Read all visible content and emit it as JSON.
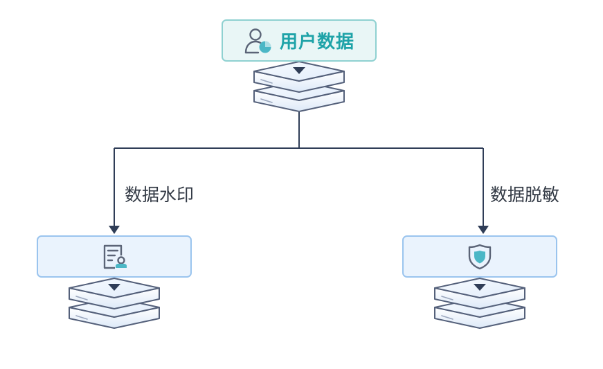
{
  "source": {
    "title": "用户数据",
    "icon": "user-chart-icon"
  },
  "branches": [
    {
      "label": "数据水印",
      "icon": "document-stamp-icon"
    },
    {
      "label": "数据脱敏",
      "icon": "shield-icon"
    }
  ],
  "colors": {
    "source_fill": "#e9f6f6",
    "source_border": "#8fd1d1",
    "source_text": "#1ea3a8",
    "branch_fill": "#eaf3fd",
    "branch_border": "#9ac4ee",
    "connector": "#2f3d57",
    "icon": "#5b6477",
    "accent": "#4bb7c6"
  }
}
